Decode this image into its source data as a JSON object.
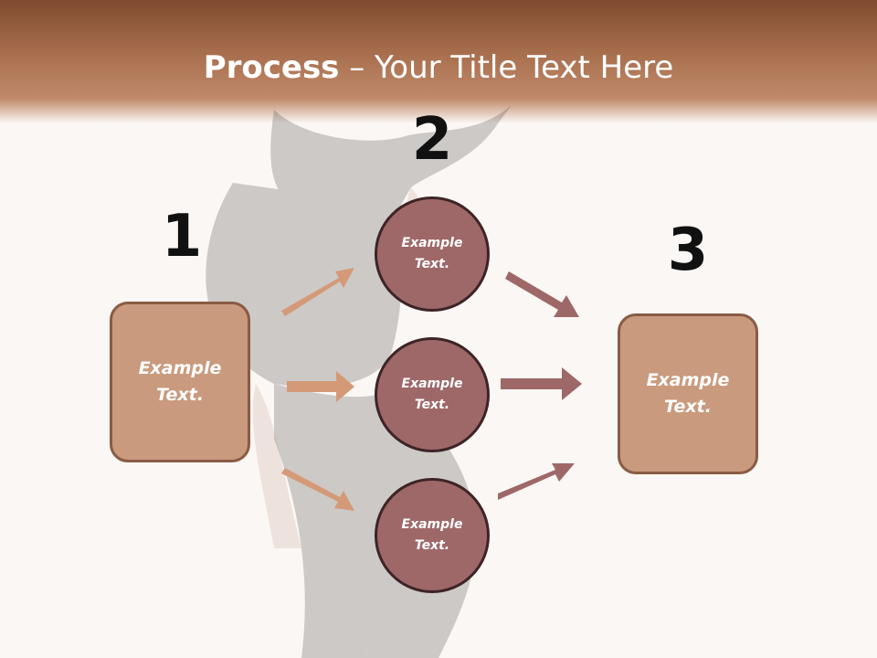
{
  "slide": {
    "title_bold": "Process",
    "title_rest": " – Your Title Text Here"
  },
  "steps": {
    "step1_number": "1",
    "step2_number": "2",
    "step3_number": "3"
  },
  "left_box": {
    "line1": "Example",
    "line2": "Text."
  },
  "circles": [
    {
      "line1": "Example",
      "line2": "Text."
    },
    {
      "line1": "Example",
      "line2": "Text."
    },
    {
      "line1": "Example",
      "line2": "Text."
    }
  ],
  "right_box": {
    "line1": "Example",
    "line2": "Text."
  },
  "colors": {
    "header_top": "#7f4a2e",
    "box_fill": "#c99a7d",
    "circle_fill": "#9e6869",
    "arrow_in": "#d49a77",
    "arrow_out": "#9e6869"
  }
}
